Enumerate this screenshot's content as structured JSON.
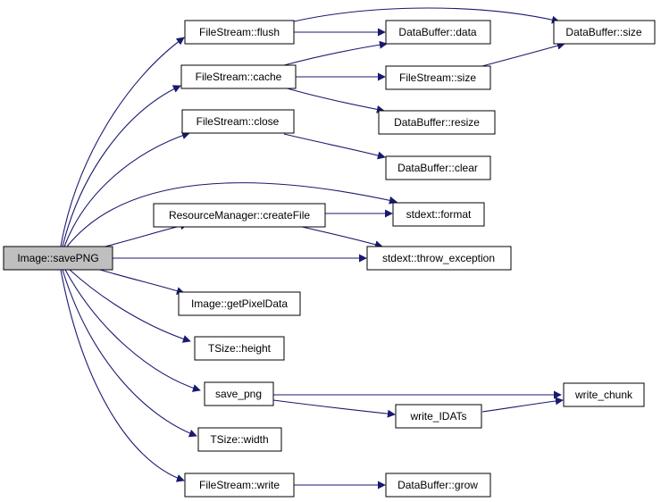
{
  "colors": {
    "edge": "#191970",
    "node_fill": "#ffffff",
    "root_fill": "#bfbfbf",
    "border": "#000000"
  },
  "nodes": {
    "image_savepng": "Image::savePNG",
    "filestream_flush": "FileStream::flush",
    "filestream_cache": "FileStream::cache",
    "filestream_close": "FileStream::close",
    "resourcemanager_createfile": "ResourceManager::createFile",
    "image_getpixeldata": "Image::getPixelData",
    "tsize_height": "TSize::height",
    "save_png": "save_png",
    "tsize_width": "TSize::width",
    "filestream_write": "FileStream::write",
    "databuffer_data": "DataBuffer::data",
    "filestream_size": "FileStream::size",
    "databuffer_resize": "DataBuffer::resize",
    "databuffer_clear": "DataBuffer::clear",
    "stdext_format": "stdext::format",
    "stdext_throw_exception": "stdext::throw_exception",
    "write_idats": "write_IDATs",
    "databuffer_grow": "DataBuffer::grow",
    "databuffer_size": "DataBuffer::size",
    "write_chunk": "write_chunk"
  }
}
